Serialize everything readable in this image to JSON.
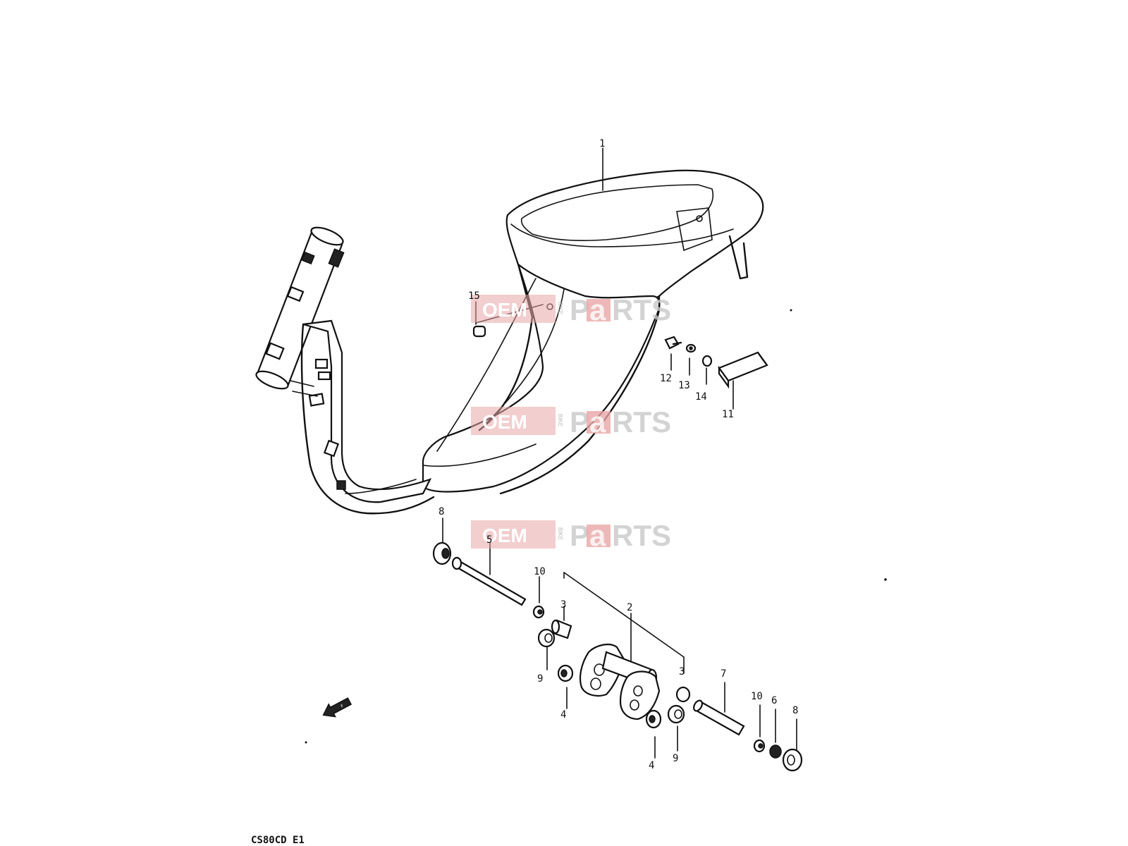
{
  "watermark": {
    "oem": "OEM",
    "bike": "BIKE",
    "parts_p": "P",
    "parts_a": "a",
    "parts_rest": "RTS"
  },
  "callouts": {
    "c1": "1",
    "c2": "2",
    "c3a": "3",
    "c3b": "3",
    "c4a": "4",
    "c4b": "4",
    "c5": "5",
    "c6": "6",
    "c7": "7",
    "c8a": "8",
    "c8b": "8",
    "c9a": "9",
    "c9b": "9",
    "c10a": "10",
    "c10b": "10",
    "c11": "11",
    "c12": "12",
    "c13": "13",
    "c14": "14",
    "c15": "15"
  },
  "diagram_code": "CS80CD E1",
  "icons": [
    "front-arrow-icon"
  ]
}
